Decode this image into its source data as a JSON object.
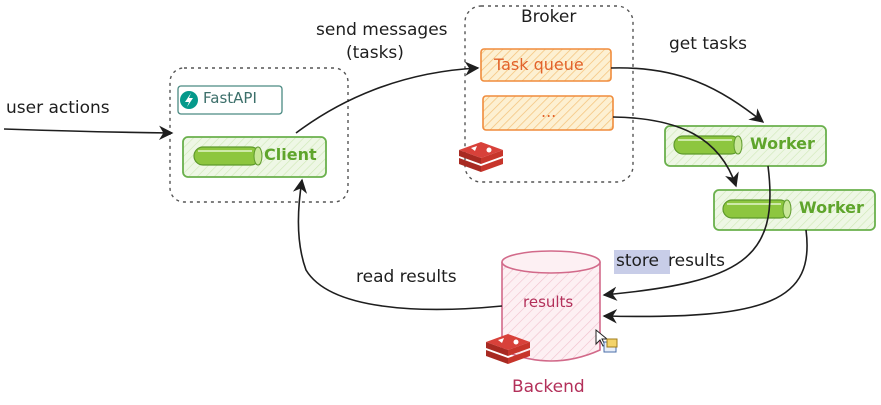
{
  "diagram": {
    "input_label": "user actions",
    "send_label_line1": "send messages",
    "send_label_line2": "(tasks)",
    "get_label": "get tasks",
    "read_label": "read results",
    "store_highlight": "store",
    "store_rest": " results",
    "broker_title": "Broker",
    "task_queue_label": "Task queue",
    "ellipsis_label": "...",
    "fastapi_label": "FastAPI",
    "client_label": "Client",
    "worker1_label": "Worker",
    "worker2_label": "Worker",
    "results_label": "results",
    "backend_label": "Backend"
  },
  "colors": {
    "green_stroke": "#6ab04c",
    "green_fill": "#eaf5e0",
    "green_pill": "#8dc63f",
    "orange_stroke": "#f08c3c",
    "orange_fill": "#fdebc8",
    "pink_stroke": "#d26a8a",
    "pink_fill": "#fbe9ee",
    "redis_red": "#c7352b",
    "highlight": "#c8cde8"
  },
  "icons": [
    "fastapi-icon",
    "redis-icon",
    "cursor-icon"
  ]
}
